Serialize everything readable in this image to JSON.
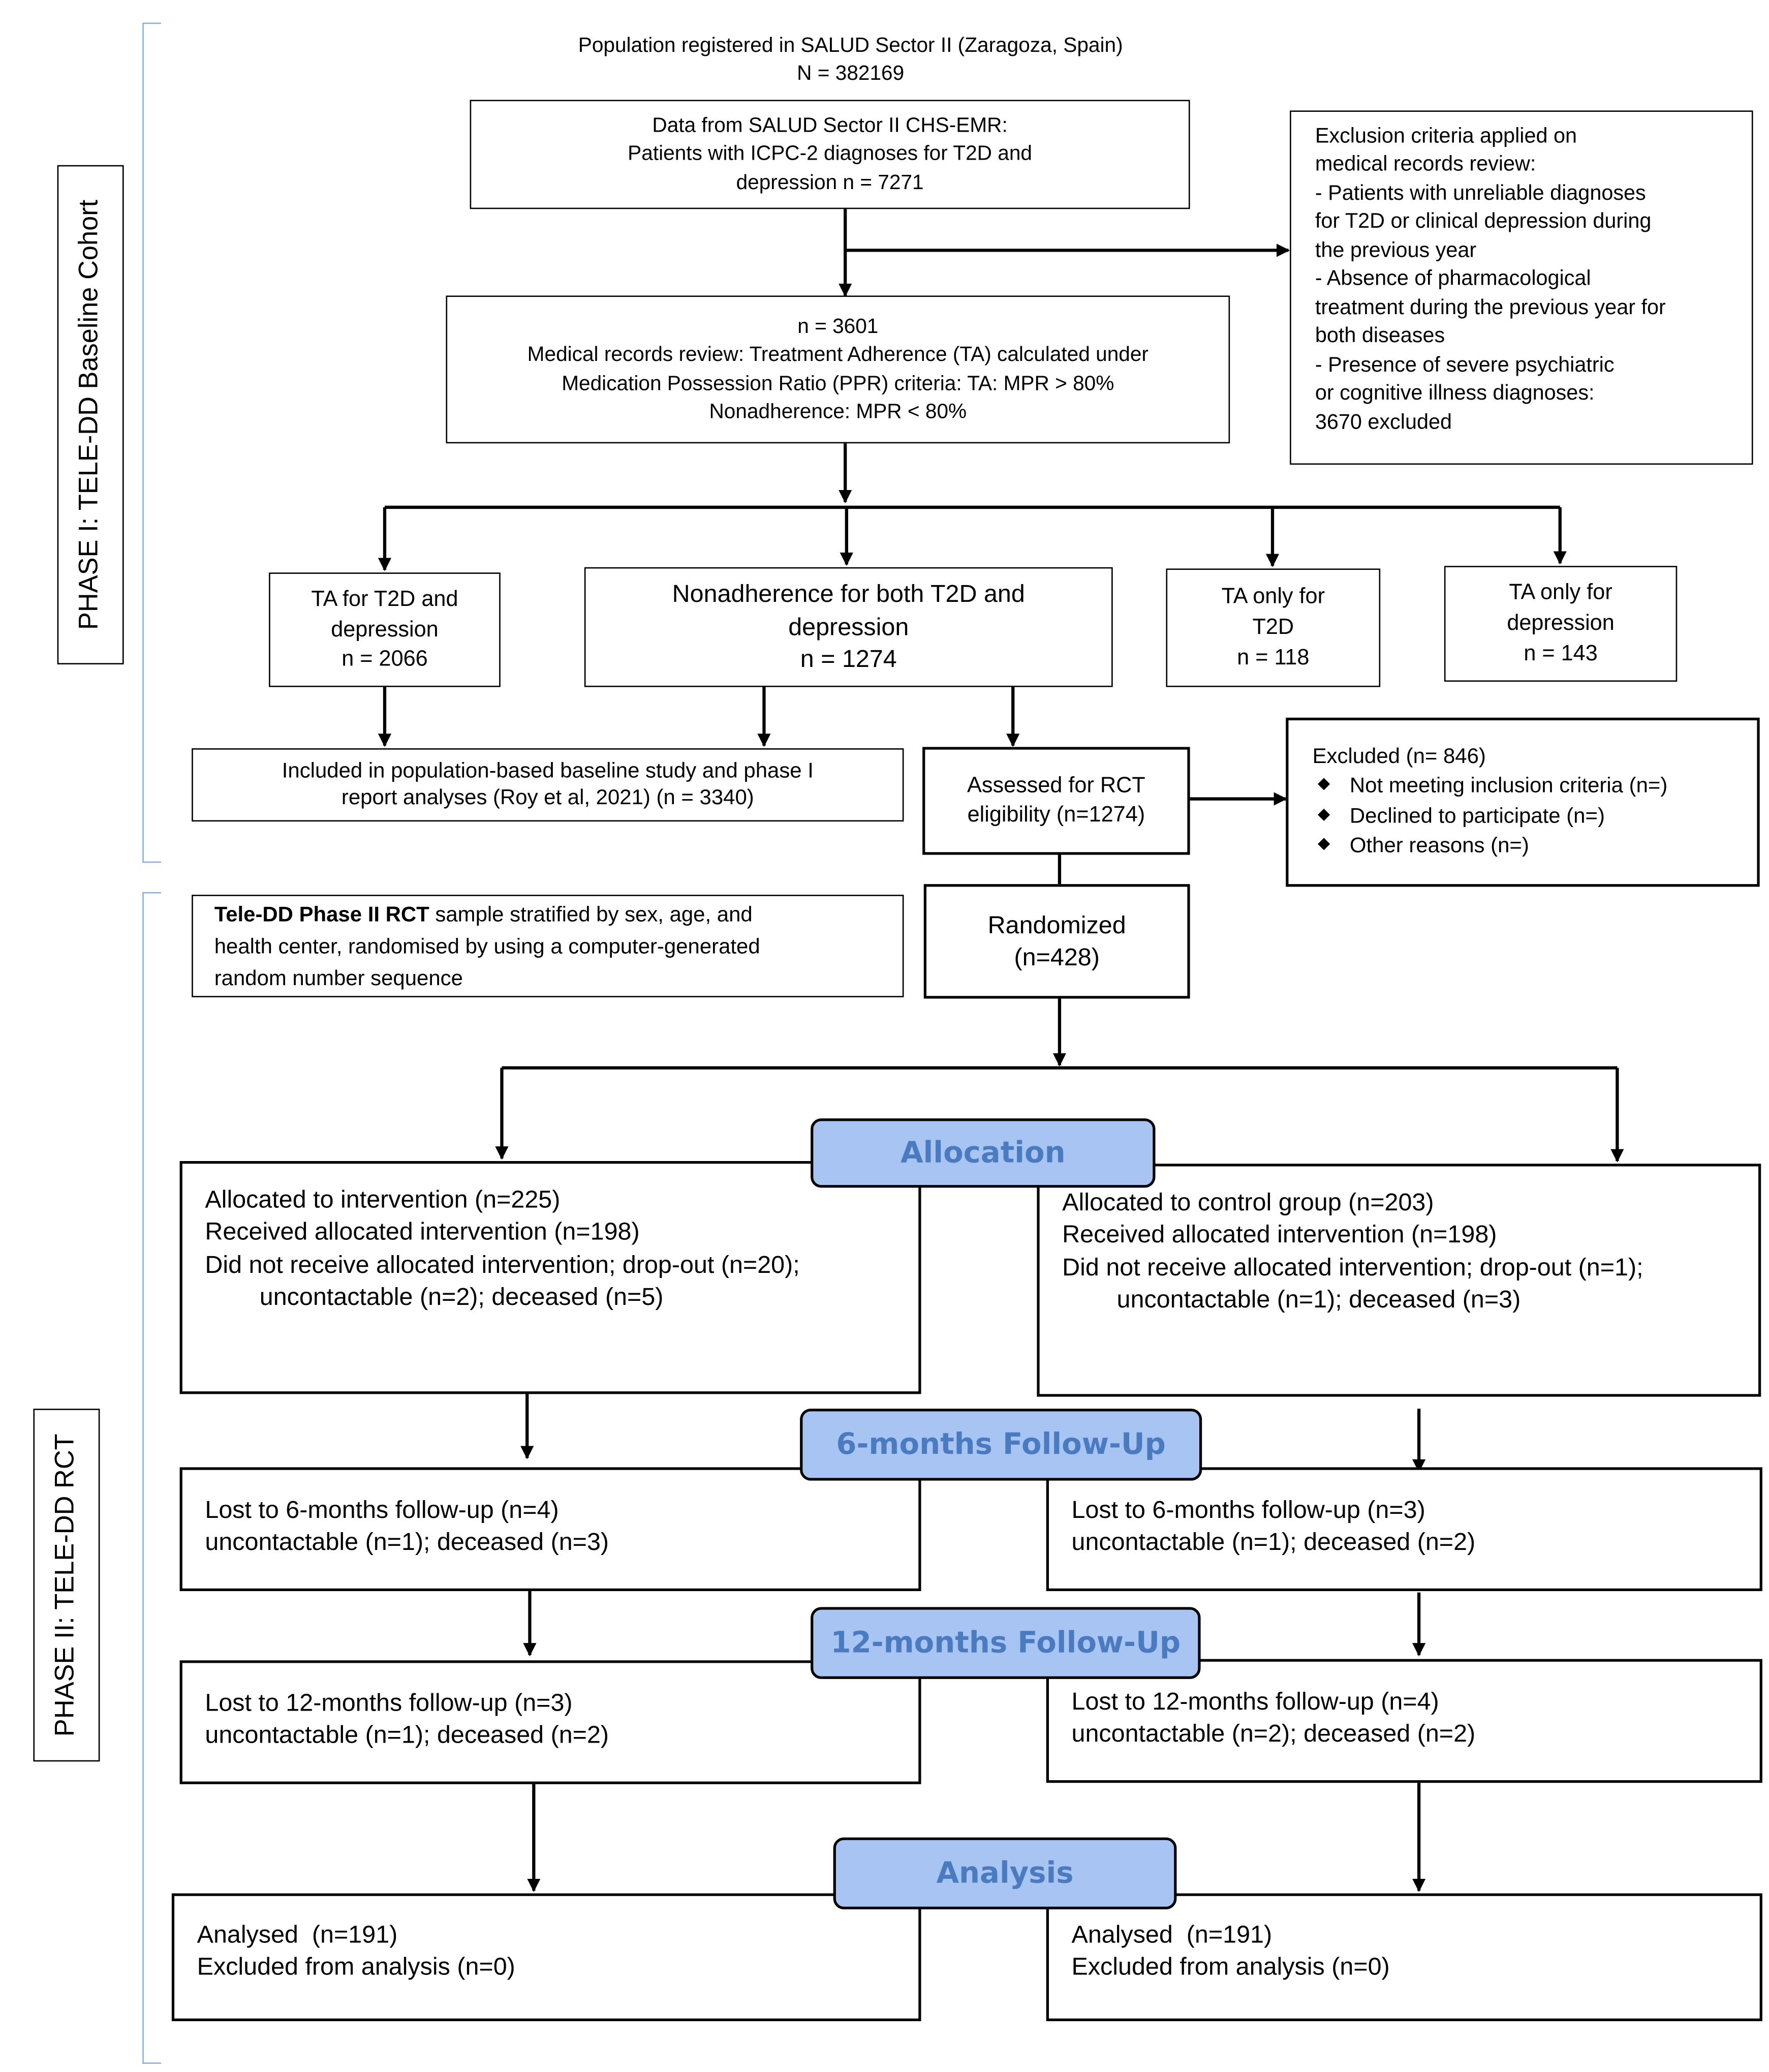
{
  "phases": {
    "phase1": "PHASE I: TELE-DD Baseline Cohort",
    "phase2": "PHASE II: TELE-DD RCT"
  },
  "population": {
    "line1": "Population registered in SALUD Sector II (Zaragoza, Spain)",
    "line2": "N = 382169"
  },
  "data_box": {
    "line1": "Data from SALUD Sector II CHS-EMR:",
    "line2": "Patients with ICPC-2 diagnoses for T2D and",
    "line3": "depression n = 7271"
  },
  "exclusion_box": {
    "lines": [
      "Exclusion criteria applied on",
      "medical records review:",
      "- Patients with unreliable diagnoses",
      "for T2D or clinical depression during",
      "the previous year",
      "- Absence of pharmacological",
      "treatment during the previous year for",
      "both diseases",
      "- Presence of severe psychiatric",
      "or cognitive illness diagnoses:",
      "3670 excluded"
    ]
  },
  "review_box": {
    "line1": "n = 3601",
    "line2": "Medical records review: Treatment Adherence (TA) calculated under",
    "line3": "Medication Possession Ratio (PPR) criteria: TA: MPR > 80%",
    "line4": "Nonadherence: MPR < 80%"
  },
  "groups": {
    "ta_both": {
      "line1": "TA for T2D and",
      "line2": "depression",
      "line3": "n = 2066"
    },
    "nonadherence": {
      "line1": "Nonadherence for both T2D and",
      "line2": "depression",
      "line3": "n = 1274"
    },
    "ta_t2d": {
      "line1": "TA only for",
      "line2": "T2D",
      "line3": "n = 118"
    },
    "ta_dep": {
      "line1": "TA only for",
      "line2": "depression",
      "line3": "n = 143"
    }
  },
  "included_box": {
    "line1": "Included in population-based baseline study and phase I",
    "line2": "report analyses (Roy et al, 2021) (n = 3340)"
  },
  "assessed_box": {
    "line1": "Assessed for RCT",
    "line2": "eligibility (n=1274)"
  },
  "excluded_box": {
    "title": "Excluded (n= 846)",
    "items": [
      "Not meeting inclusion criteria (n=)",
      "Declined to participate (n=)",
      "Other reasons (n=)"
    ]
  },
  "rct_note": {
    "bold": "Tele-DD Phase II RCT",
    "rest1": " sample stratified by sex, age, and",
    "line2": "health center, randomised by using a computer-generated",
    "line3": "random number sequence"
  },
  "randomized_box": {
    "line1": "Randomized",
    "line2": "(n=428)"
  },
  "stages": {
    "allocation": "Allocation",
    "six_month": "6-months Follow-Up",
    "twelve_month": "12-months Follow-Up",
    "analysis": "Analysis"
  },
  "intervention": {
    "alloc": [
      "Allocated to intervention (n=225)",
      "Received allocated intervention (n=198)",
      "Did not receive allocated intervention; drop-out (n=20);",
      "uncontactable (n=2); deceased (n=5)"
    ],
    "six": [
      "Lost to 6-months follow-up (n=4)",
      "uncontactable (n=1); deceased (n=3)"
    ],
    "twelve": [
      "Lost to 12-months follow-up (n=3)",
      "uncontactable (n=1); deceased (n=2)"
    ],
    "analysis": [
      "Analysed  (n=191)",
      "Excluded from analysis (n=0)"
    ]
  },
  "control": {
    "alloc": [
      "Allocated to control group (n=203)",
      "Received allocated intervention (n=198)",
      "Did not receive allocated intervention; drop-out (n=1);",
      "uncontactable (n=1); deceased (n=3)"
    ],
    "six": [
      "Lost to 6-months follow-up (n=3)",
      "uncontactable (n=1); deceased (n=2)"
    ],
    "twelve": [
      "Lost to 12-months follow-up (n=4)",
      "uncontactable (n=2); deceased (n=2)"
    ],
    "analysis": [
      "Analysed  (n=191)",
      "Excluded from analysis (n=0)"
    ]
  },
  "colors": {
    "pill_fill": "#a8c4f2",
    "pill_text": "#4a7bc0",
    "bracket": "#8fb0d6"
  }
}
